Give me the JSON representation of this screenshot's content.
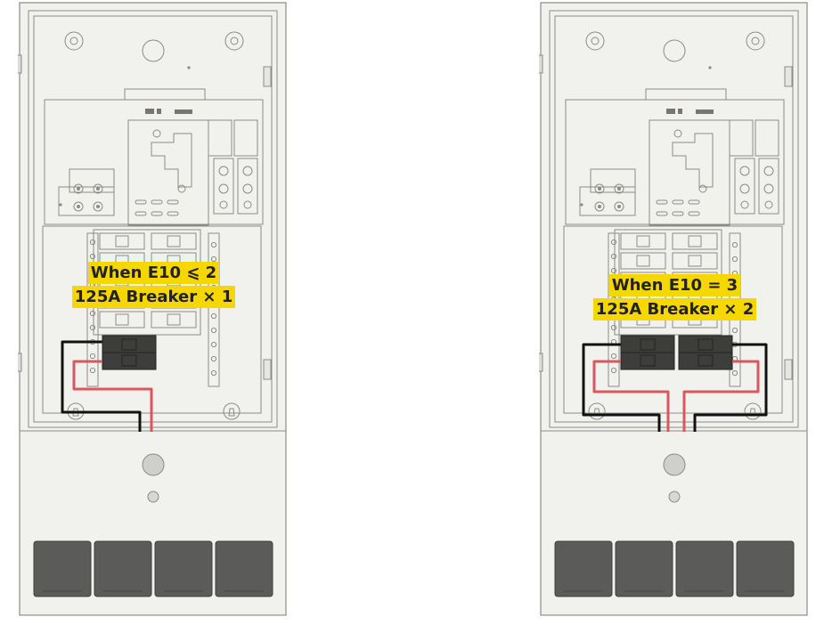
{
  "colors": {
    "enclosure": "#f1f1ee",
    "line": "#8b8b86",
    "breaker_black": "#3d3d3b",
    "wire_black": "#111111",
    "wire_red": "#d9575d",
    "label_bg": "#f6d800",
    "knockout": "#5b5b59"
  },
  "panels": [
    {
      "name": "left",
      "label_line1": "When E10 ⩽ 2",
      "label_line2": "125A Breaker × 1",
      "breaker_count": 1
    },
    {
      "name": "right",
      "label_line1": "When E10 = 3",
      "label_line2": "125A Breaker × 2",
      "breaker_count": 2
    }
  ]
}
